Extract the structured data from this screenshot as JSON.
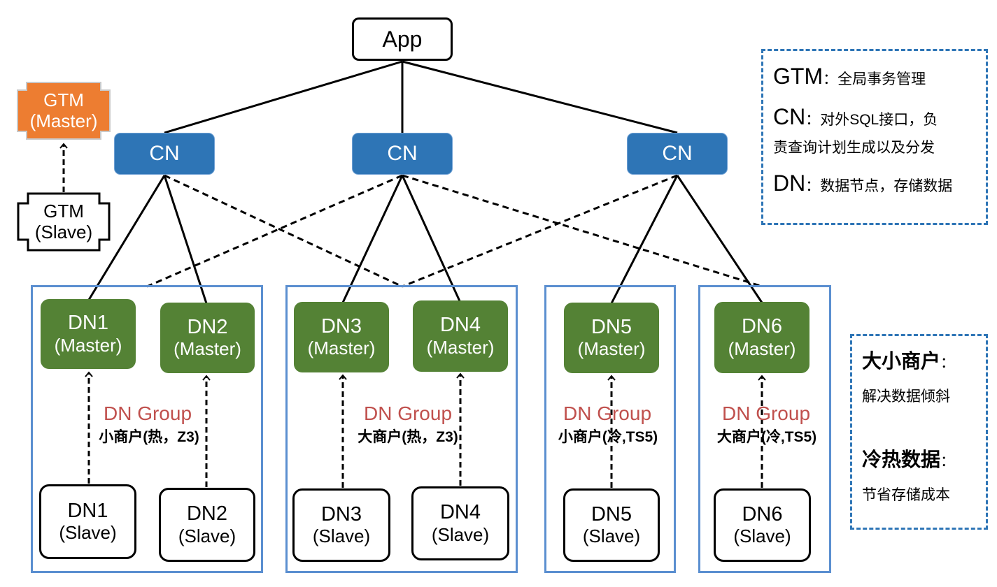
{
  "app": {
    "label": "App"
  },
  "cn": [
    {
      "label": "CN"
    },
    {
      "label": "CN"
    },
    {
      "label": "CN"
    }
  ],
  "gtm_master": {
    "name": "GTM",
    "role": "(Master)"
  },
  "gtm_slave": {
    "name": "GTM",
    "role": "(Slave)"
  },
  "dn_masters": [
    {
      "name": "DN1",
      "role": "(Master)"
    },
    {
      "name": "DN2",
      "role": "(Master)"
    },
    {
      "name": "DN3",
      "role": "(Master)"
    },
    {
      "name": "DN4",
      "role": "(Master)"
    },
    {
      "name": "DN5",
      "role": "(Master)"
    },
    {
      "name": "DN6",
      "role": "(Master)"
    }
  ],
  "dn_slaves": [
    {
      "name": "DN1",
      "role": "(Slave)"
    },
    {
      "name": "DN2",
      "role": "(Slave)"
    },
    {
      "name": "DN3",
      "role": "(Slave)"
    },
    {
      "name": "DN4",
      "role": "(Slave)"
    },
    {
      "name": "DN5",
      "role": "(Slave)"
    },
    {
      "name": "DN6",
      "role": "(Slave)"
    }
  ],
  "dn_groups": [
    {
      "title": "DN Group",
      "subtitle": "小商户(热，Z3)"
    },
    {
      "title": "DN Group",
      "subtitle": "大商户(热，Z3)"
    },
    {
      "title": "DN Group",
      "subtitle": "小商户(冷,TS5)"
    },
    {
      "title": "DN Group",
      "subtitle": "大商户(冷,TS5)"
    }
  ],
  "legend_roles": {
    "gtm_key": "GTM",
    "gtm_desc": "：全局事务管理",
    "cn_key": "CN",
    "cn_desc_1": "：对外SQL接口，负",
    "cn_desc_2": "责查询计划生成以及分发",
    "dn_key": "DN",
    "dn_desc": "：数据节点，存储数据"
  },
  "legend_features": {
    "merchant_title": "大小商户",
    "merchant_colon": "：",
    "merchant_desc": "解决数据倾斜",
    "tier_title": "冷热数据",
    "tier_colon": "：",
    "tier_desc": "节省存储成本"
  },
  "colors": {
    "cn_fill": "#2e75b6",
    "dn_master_fill": "#548235",
    "gtm_master_fill": "#ed7d31",
    "group_border": "#5b8fd0",
    "group_title": "#c0504d",
    "legend_border": "#2e75b6"
  }
}
